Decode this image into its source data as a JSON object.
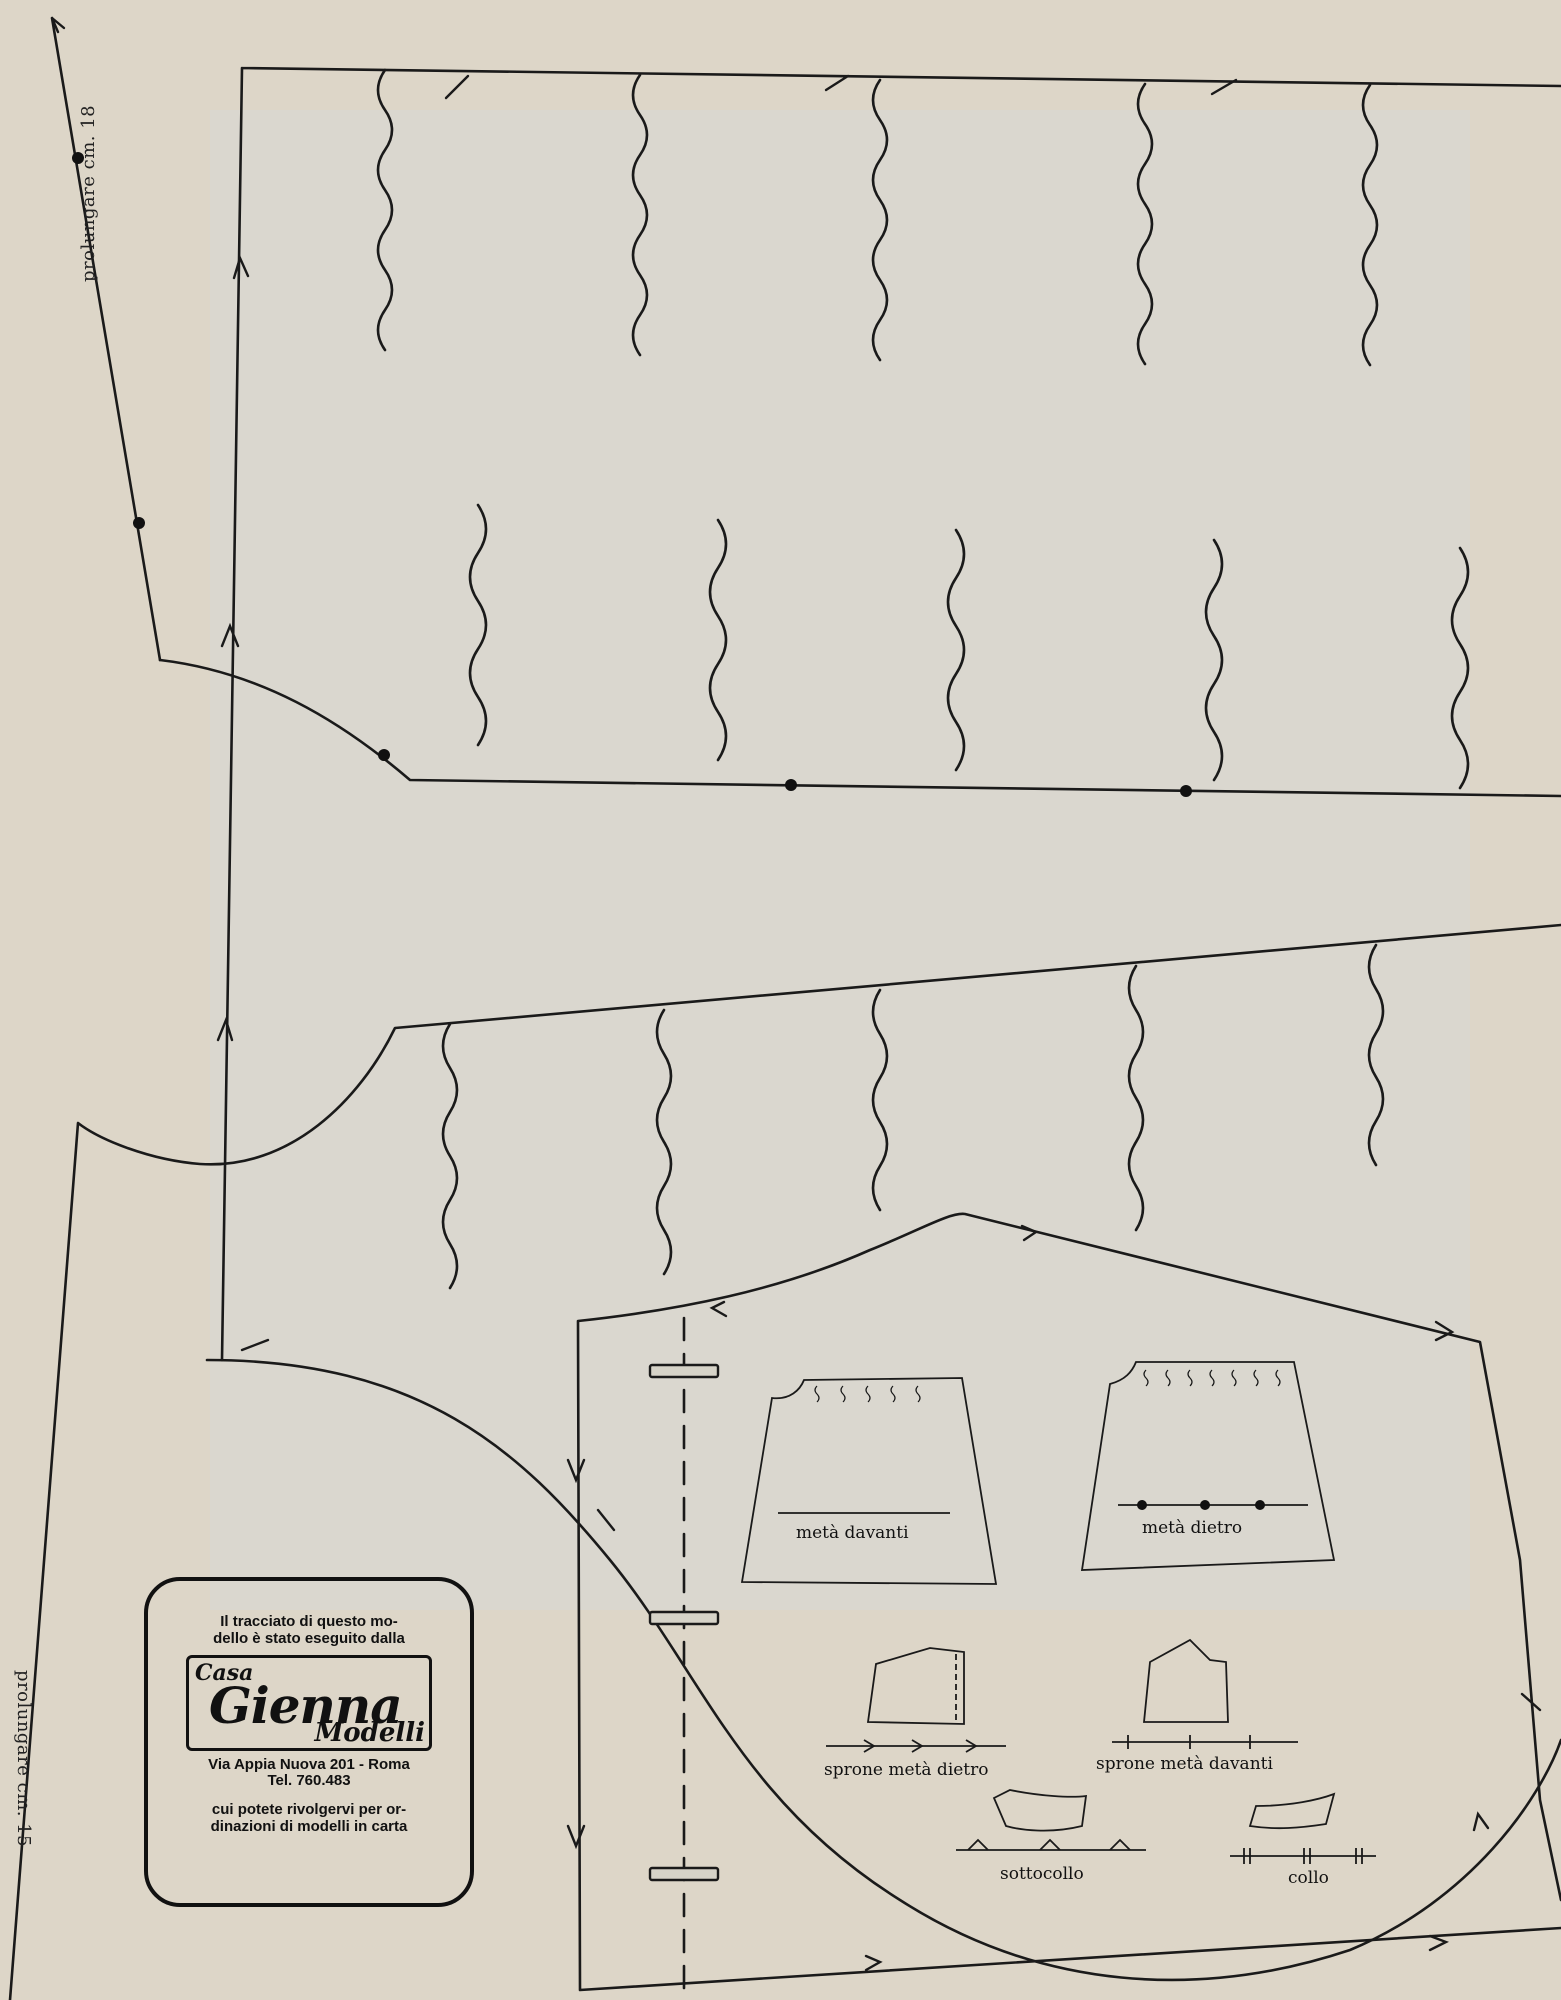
{
  "margin_notes": {
    "top": "prolungare cm. 18",
    "bottom": "prolungare cm. 15"
  },
  "pieces": {
    "front": "metà davanti",
    "back": "metà dietro",
    "yoke_back": "sprone metà dietro",
    "yoke_front": "sprone metà davanti",
    "undercollar": "sottocollo",
    "collar": "collo"
  },
  "ad": {
    "line1": "Il tracciato di questo mo-",
    "line2": "dello è stato eseguito dalla",
    "casa": "Casa",
    "brand": "Gienna",
    "modelli": "Modelli",
    "address": "Via Appia Nuova 201 - Roma",
    "phone": "Tel. 760.483",
    "line3": "cui potete rivolgervi per or-",
    "line4": "dinazioni di modelli in carta"
  }
}
